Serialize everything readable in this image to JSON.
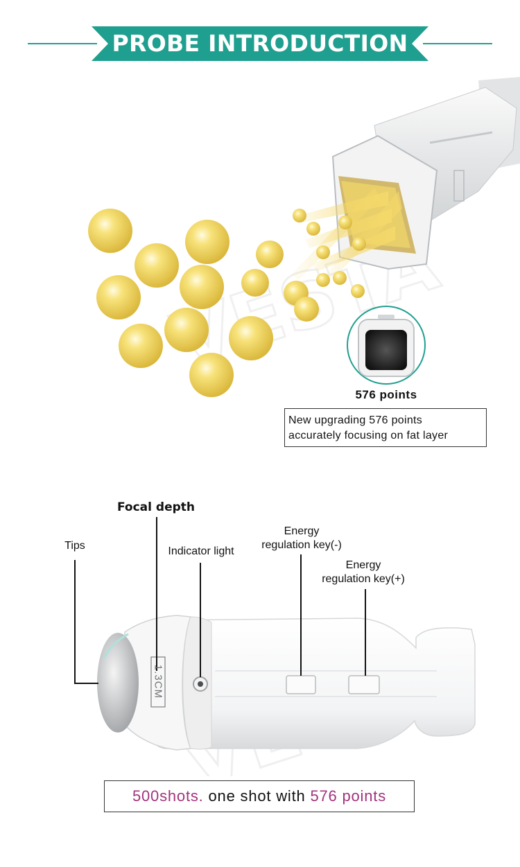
{
  "header": {
    "title": "PROBE INTRODUCTION"
  },
  "colors": {
    "banner": "#1f9f8f",
    "accent_text": "#a3337e",
    "fat_cell": "#f1d45a"
  },
  "probe_face": {
    "points_label": "576 points",
    "description_line1": "New upgrading 576 points",
    "description_line2": "accurately focusing on fat layer"
  },
  "probe_labels": {
    "focal_depth": "Focal depth",
    "tips": "Tips",
    "indicator_light": "Indicator light",
    "energy_minus_line1": "Energy",
    "energy_minus_line2": "regulation key(-)",
    "energy_plus_line1": "Energy",
    "energy_plus_line2": "regulation key(+)",
    "depth_mark": "1.3CM"
  },
  "footer": {
    "part1": "500shots.",
    "part2": " one shot with ",
    "part3": "576 points"
  },
  "watermark": "VESTA"
}
